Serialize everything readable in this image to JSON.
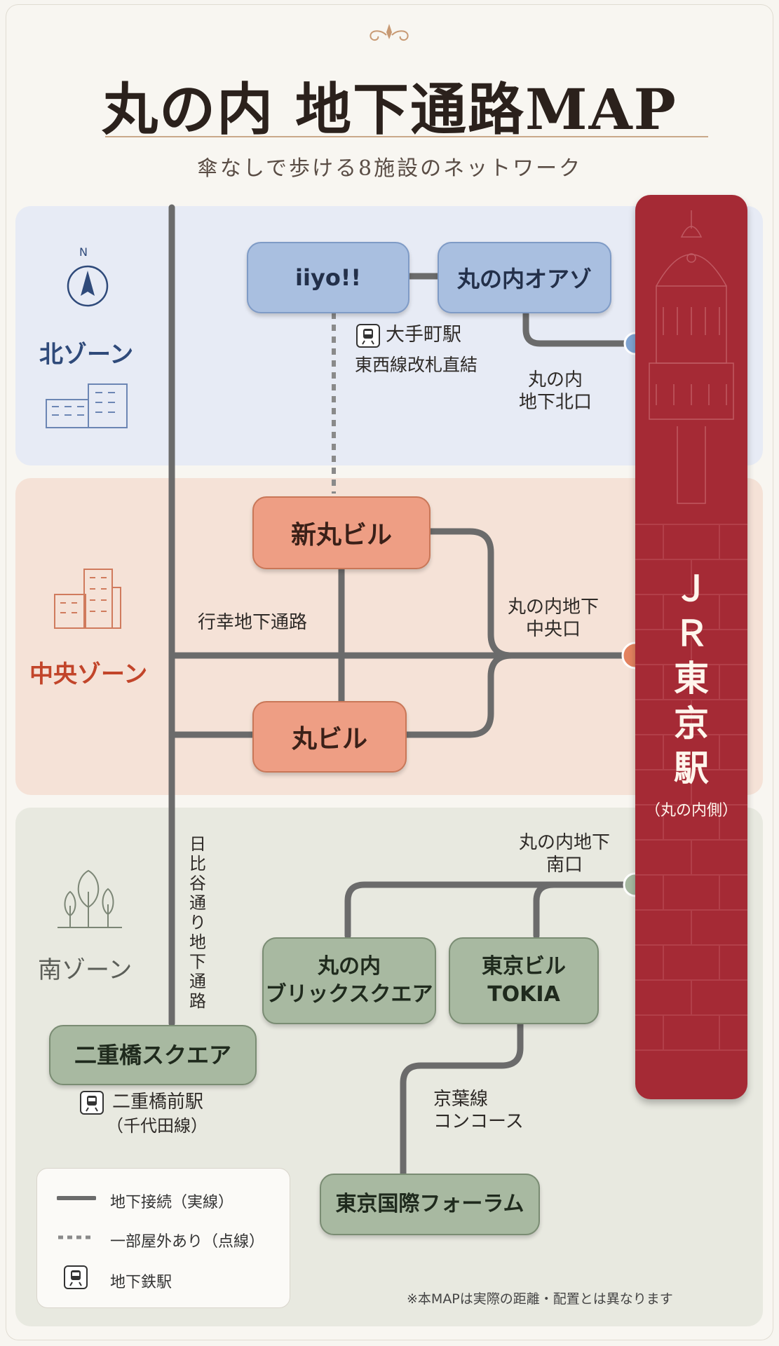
{
  "header": {
    "title": "丸の内 地下通路MAP",
    "subtitle": "傘なしで歩ける8施設のネットワーク"
  },
  "zones": {
    "north": {
      "label": "北ゾーン",
      "color": "#2f4a7a"
    },
    "center": {
      "label": "中央ゾーン",
      "color": "#c2452a"
    },
    "south": {
      "label": "南ゾーン",
      "color": "#5b5e58"
    }
  },
  "compass": {
    "letter": "N"
  },
  "facilities": {
    "iiyo": "iiyo!!",
    "oazo": "丸の内オアゾ",
    "shinmaru": "新丸ビル",
    "marubiru": "丸ビル",
    "brick": "丸の内\nブリックスクエア",
    "tokia": "東京ビル\nTOKIA",
    "nijubashi": "二重橋スクエア",
    "forum": "東京国際フォーラム"
  },
  "stations": {
    "otemachi": {
      "name": "大手町駅",
      "note": "東西線改札直結"
    },
    "nijubashimae": {
      "name": "二重橋前駅",
      "note": "（千代田線）"
    }
  },
  "exits": {
    "north": "丸の内\n地下北口",
    "central": "丸の内地下\n中央口",
    "south": "丸の内地下\n南口"
  },
  "passages": {
    "gyoko": "行幸地下通路",
    "hibiya": "日比谷通り地下通路",
    "keiyo": "京葉線\nコンコース"
  },
  "jr": {
    "name": "ＪＲ東京駅",
    "side": "（丸の内側）",
    "color": "#a52a35"
  },
  "legend": {
    "solid": "地下接続（実線）",
    "dotted": "一部屋外あり（点線）",
    "station": "地下鉄駅"
  },
  "footer_note": "※本MAPは実際の距離・配置とは異なります"
}
